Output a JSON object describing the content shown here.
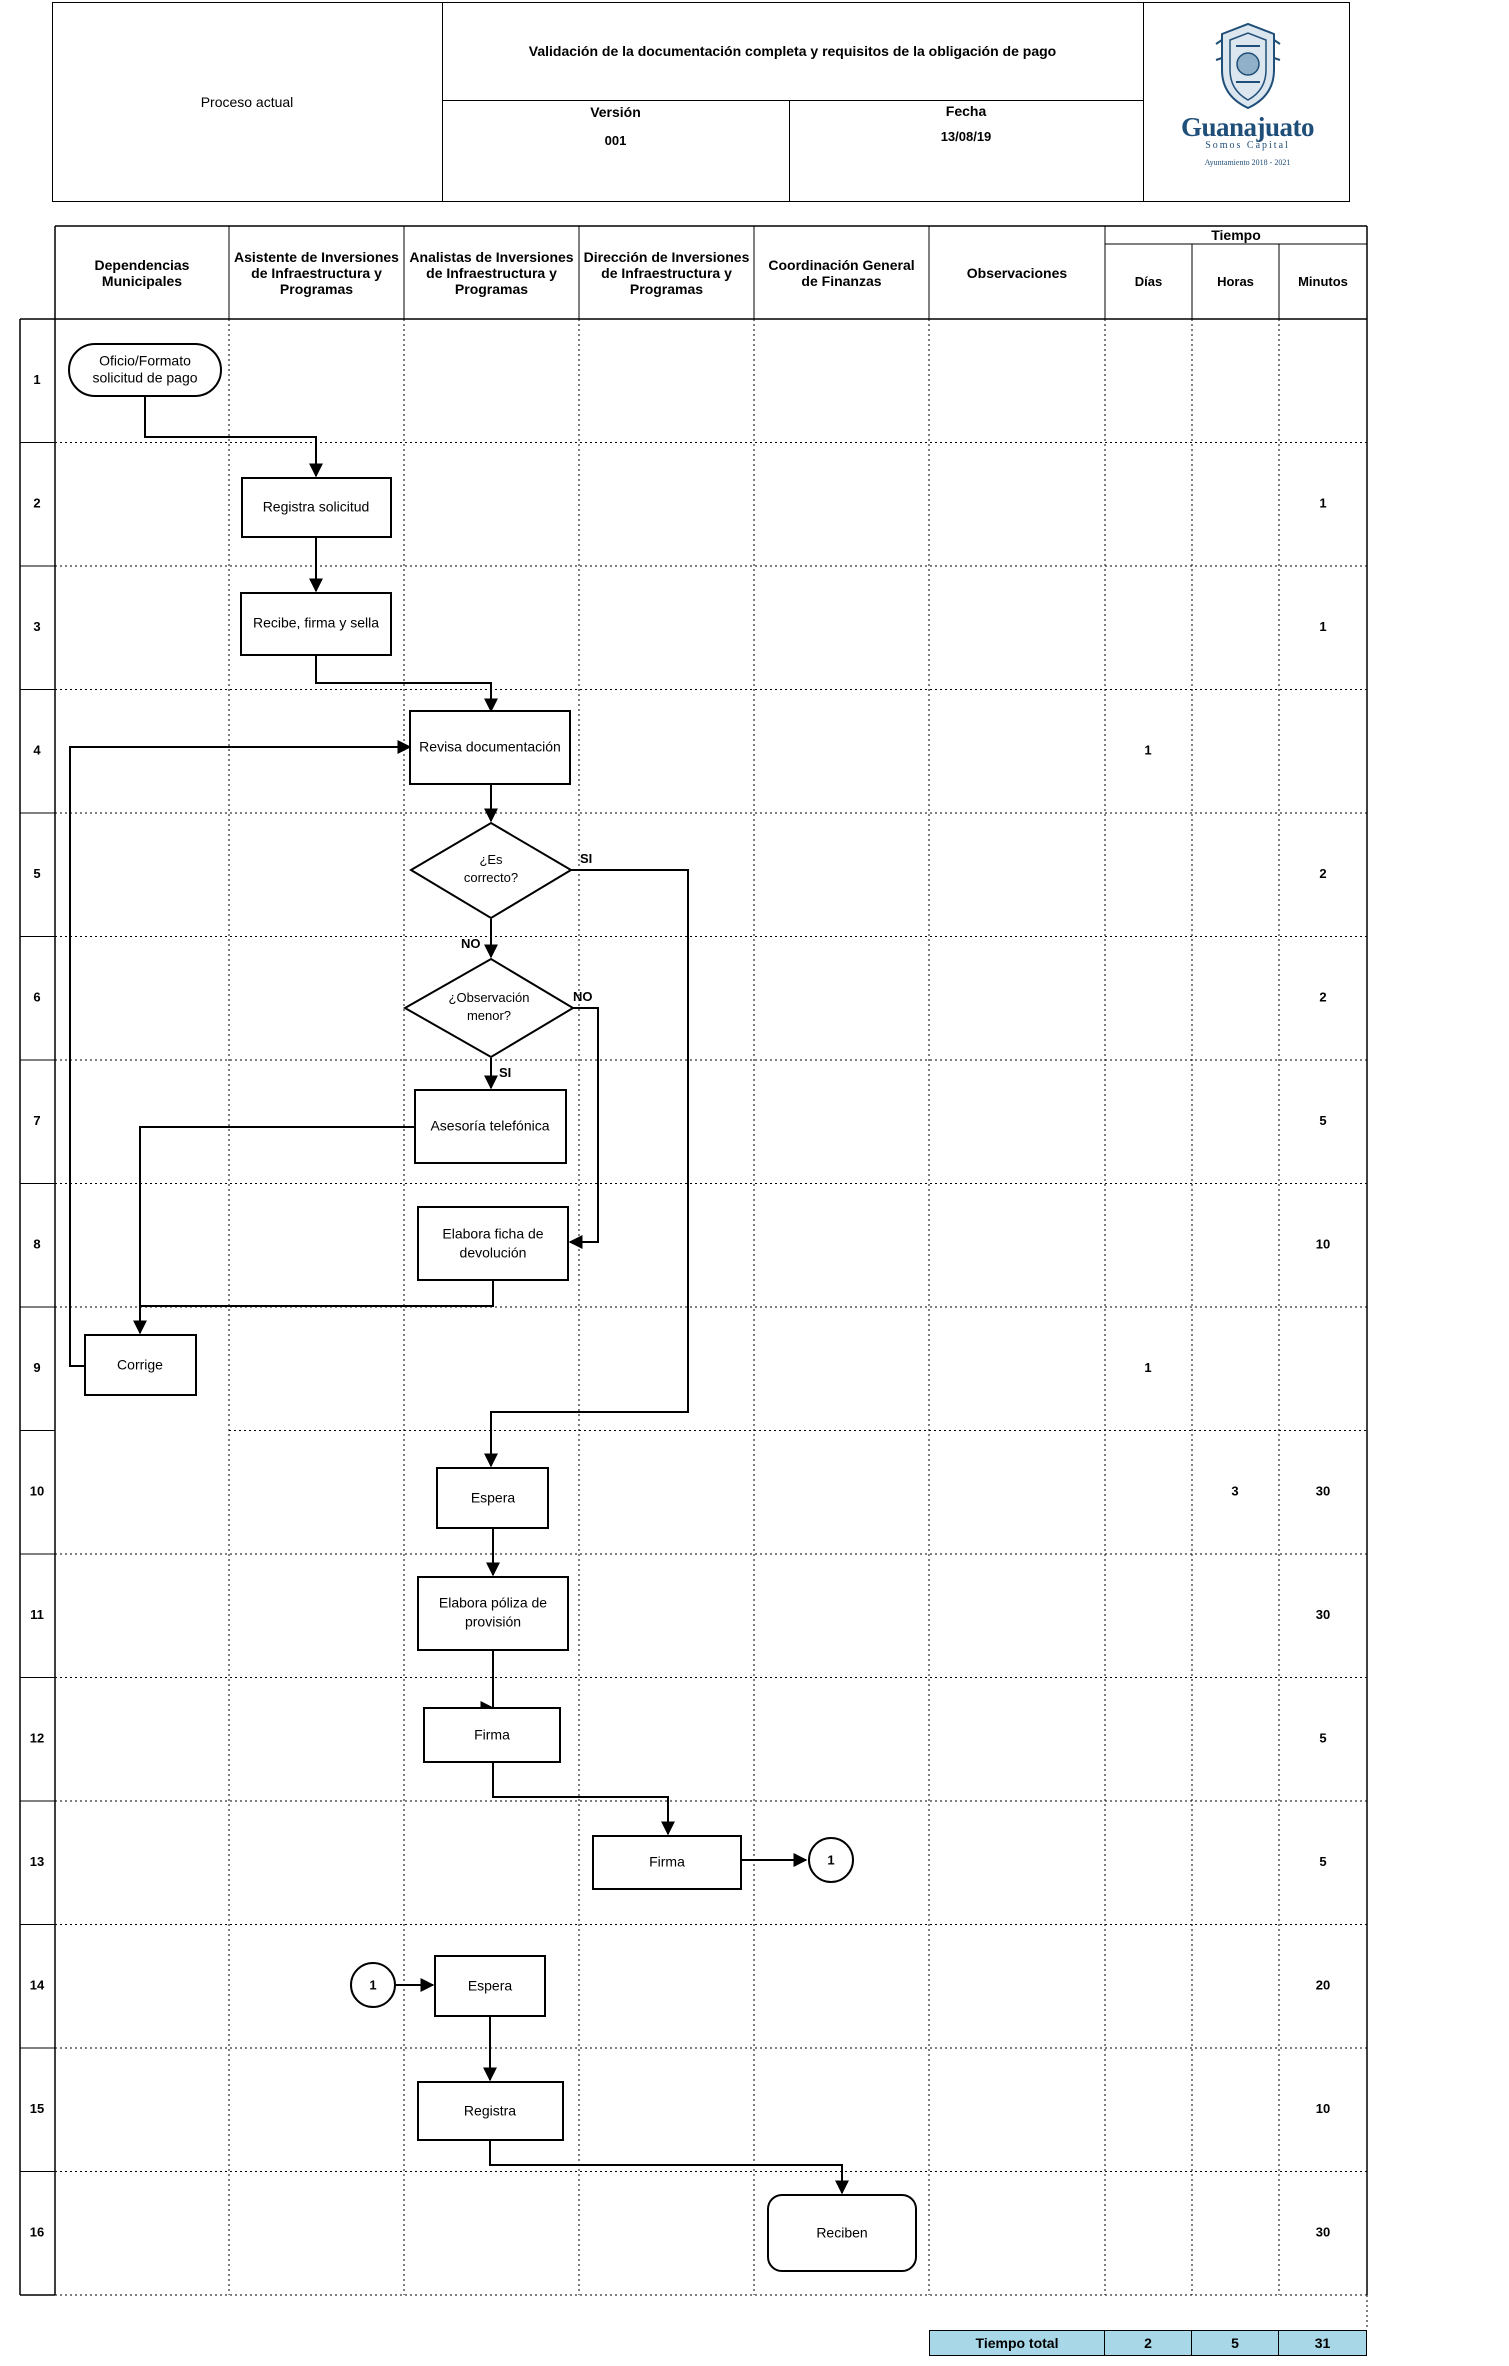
{
  "header": {
    "left_label": "Proceso actual",
    "title": "Validación de la documentación completa y requisitos  de la obligación de pago",
    "version_label": "Versión",
    "version_value": "001",
    "date_label": "Fecha",
    "date_value": "13/08/19",
    "logo": {
      "name": "Guanajuato",
      "tagline": "Somos Capital",
      "footer": "Ayuntamiento 2018 - 2021",
      "color": "#1f4e79"
    }
  },
  "columns": {
    "dependencias": "Dependencias Municipales",
    "asistente": "Asistente de Inversiones de Infraestructura y Programas",
    "analistas": "Analistas de Inversiones de Infraestructura y Programas",
    "direccion": "Dirección de Inversiones de Infraestructura y Programas",
    "coordinacion": "Coordinación General de Finanzas",
    "observaciones": "Observaciones",
    "tiempo": "Tiempo",
    "dias": "Días",
    "horas": "Horas",
    "minutos": "Minutos"
  },
  "rows": [
    {
      "n": "1",
      "dias": "",
      "horas": "",
      "minutos": ""
    },
    {
      "n": "2",
      "dias": "",
      "horas": "",
      "minutos": "1"
    },
    {
      "n": "3",
      "dias": "",
      "horas": "",
      "minutos": "1"
    },
    {
      "n": "4",
      "dias": "1",
      "horas": "",
      "minutos": ""
    },
    {
      "n": "5",
      "dias": "",
      "horas": "",
      "minutos": "2"
    },
    {
      "n": "6",
      "dias": "",
      "horas": "",
      "minutos": "2"
    },
    {
      "n": "7",
      "dias": "",
      "horas": "",
      "minutos": "5"
    },
    {
      "n": "8",
      "dias": "",
      "horas": "",
      "minutos": "10"
    },
    {
      "n": "9",
      "dias": "1",
      "horas": "",
      "minutos": ""
    },
    {
      "n": "10",
      "dias": "",
      "horas": "3",
      "minutos": "30"
    },
    {
      "n": "11",
      "dias": "",
      "horas": "",
      "minutos": "30"
    },
    {
      "n": "12",
      "dias": "",
      "horas": "",
      "minutos": "5"
    },
    {
      "n": "13",
      "dias": "",
      "horas": "",
      "minutos": "5"
    },
    {
      "n": "14",
      "dias": "",
      "horas": "",
      "minutos": "20"
    },
    {
      "n": "15",
      "dias": "",
      "horas": "",
      "minutos": "10"
    },
    {
      "n": "16",
      "dias": "",
      "horas": "",
      "minutos": "30"
    }
  ],
  "nodes": {
    "oficio": "Oficio/Formato solicitud de pago",
    "registra_solicitud": "Registra solicitud",
    "recibe_firma": "Recibe, firma y sella",
    "revisa": "Revisa documentación",
    "es_correcto": "¿Es correcto?",
    "observacion_menor": "¿Observación menor?",
    "asesoria": "Asesoría telefónica",
    "elabora_ficha": "Elabora ficha de devolución",
    "corrige": "Corrige",
    "espera_1": "Espera",
    "elabora_poliza": "Elabora póliza de provisión",
    "firma_1": "Firma",
    "firma_2": "Firma",
    "connector_out": "1",
    "connector_in": "1",
    "espera_2": "Espera",
    "registra": "Registra",
    "reciben": "Reciben"
  },
  "edge_labels": {
    "si_1": "SI",
    "no_1": "NO",
    "no_2": "NO",
    "si_2": "SI"
  },
  "totals": {
    "label": "Tiempo total",
    "dias": "2",
    "horas": "5",
    "minutos": "31",
    "color": "#a8d8e8"
  }
}
